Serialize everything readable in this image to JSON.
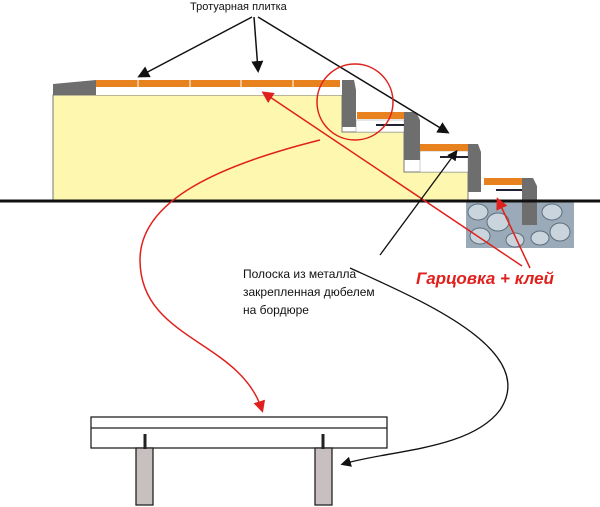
{
  "labels": {
    "paving_tiles": "Тротуарная плитка",
    "metal_strip": [
      "Полоска из металла",
      "закрепленная дюбелем",
      "на бордюре"
    ],
    "glue": "Гарцовка + клей"
  },
  "colors": {
    "tile": "#e8821e",
    "curb": "#6e6e6e",
    "soil": "#fdf7b0",
    "annotation": "#e0201c",
    "post": "#c8c0c0"
  }
}
